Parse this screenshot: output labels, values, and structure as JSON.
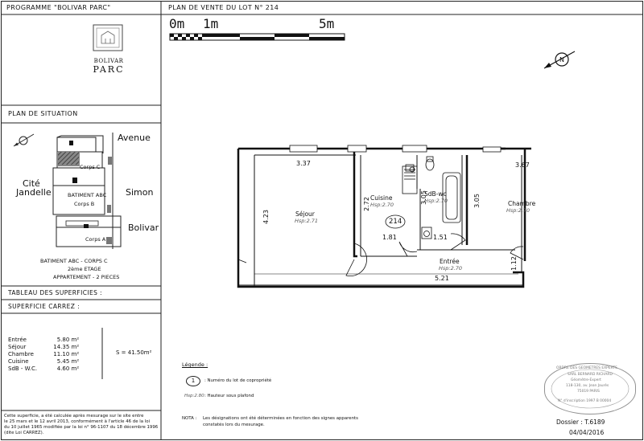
{
  "header": {
    "programme": "PROGRAMME \"BOLIVAR PARC\"",
    "plan_title": "PLAN DE VENTE DU LOT N° 214"
  },
  "logo": {
    "line1": "BOLIVAR",
    "line2": "PARC"
  },
  "situation": {
    "title": "PLAN DE SITUATION",
    "streets": {
      "avenue": "Avenue",
      "simon": "Simon",
      "bolivar": "Bolivar",
      "cite": "Cité",
      "jandelle": "Jandelle"
    },
    "bldg_labels": [
      "Corps C",
      "BATIMENT ABC",
      "Corps B",
      "Corps A"
    ],
    "caption": [
      "BATIMENT ABC - CORPS C",
      "2ème ETAGE",
      "APPARTEMENT - 2 PIECES"
    ]
  },
  "surfaces": {
    "title": "TABLEAU DES SUPERFICIES :",
    "carrez": "SUPERFICIE CARREZ :",
    "rows": [
      {
        "room": "Entrée",
        "value": "5.80 m²"
      },
      {
        "room": "Séjour",
        "value": "14.35 m²"
      },
      {
        "room": "Chambre",
        "value": "11.10 m²"
      },
      {
        "room": "Cuisine",
        "value": "5.45 m²"
      },
      {
        "room": "SdB - W.C.",
        "value": "4.60 m²"
      }
    ],
    "total": "S = 41.50m²",
    "note": [
      "Cette superficie, a été calculée après mesurage sur le site entre",
      "le 25 mars et le 12 avril 2013, conformément à l'article 46 de la loi",
      "du 10 juillet 1965 modifiée par la loi n° 96-1107 du 18 décembre 1996",
      "(dite Loi CARREZ)."
    ]
  },
  "scale_bar": {
    "labels": [
      "0m",
      "1m",
      "5m"
    ]
  },
  "plan": {
    "rooms": [
      {
        "name": "Séjour",
        "hsp": "Hsp:2.71"
      },
      {
        "name": "Cuisine",
        "hsp": "Hsp:2.70"
      },
      {
        "name": "SdB-wc",
        "hsp": "Hsp:2.70"
      },
      {
        "name": "Chambre",
        "hsp": "Hsp:2.70"
      },
      {
        "name": "Entrée",
        "hsp": "Hsp:2.70"
      }
    ],
    "lot_number": "214",
    "dimensions": [
      "3.37",
      "4.23",
      "2.72",
      "1.81",
      "3.05",
      "1.51",
      "3.67",
      "3.05",
      "5.21",
      "1.12"
    ]
  },
  "legend": {
    "title": "Légende :",
    "lot_symbol": "1",
    "lot_text": ": Numéro du lot de copropriété",
    "hsp_sample": "Hsp:2.80",
    "hsp_text": ": Hauteur sous plafond"
  },
  "nota": {
    "label": "NOTA :",
    "line1": "Les désignations ont été déterminées en fonction des signes apparents",
    "line2": "constatés lors du mesurage."
  },
  "stamp": {
    "lines": [
      "ORDRE DES GEOMETRES EXPERTS",
      "SARL BERNARD RICHARD",
      "Géomètre-Expert",
      "118-130, av. Jean Jaurès",
      "75019 PARIS",
      "N° d'inscription 1997 B 00004"
    ]
  },
  "footer": {
    "dossier": "Dossier : T.6189",
    "date": "04/04/2016"
  }
}
